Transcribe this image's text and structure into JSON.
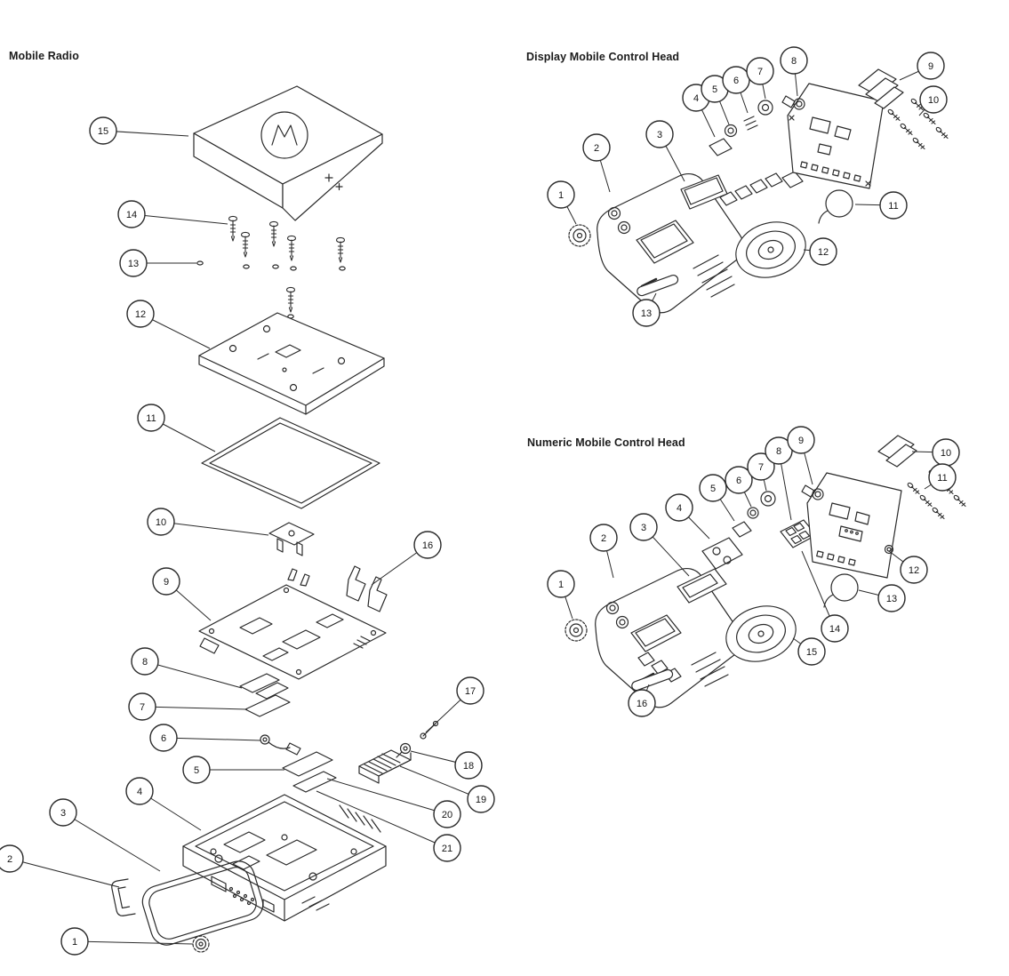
{
  "diagram": {
    "titles": {
      "mobile_radio": "Mobile Radio",
      "display_head": "Display Mobile Control Head",
      "numeric_head": "Numeric Mobile Control Head"
    },
    "sections": [
      {
        "id": "mobile-radio",
        "callouts": [
          "15",
          "14",
          "13",
          "12",
          "11",
          "10",
          "16",
          "9",
          "8",
          "7",
          "6",
          "5",
          "17",
          "18",
          "19",
          "20",
          "21",
          "4",
          "3",
          "2",
          "1"
        ]
      },
      {
        "id": "display-head",
        "callouts": [
          "1",
          "2",
          "3",
          "4",
          "5",
          "6",
          "7",
          "8",
          "9",
          "10",
          "11",
          "12",
          "13"
        ]
      },
      {
        "id": "numeric-head",
        "callouts": [
          "1",
          "2",
          "3",
          "4",
          "5",
          "6",
          "7",
          "8",
          "9",
          "10",
          "11",
          "12",
          "13",
          "14",
          "15",
          "16"
        ]
      }
    ],
    "colors": {
      "line": "#2a2a2a",
      "background": "#ffffff"
    }
  }
}
